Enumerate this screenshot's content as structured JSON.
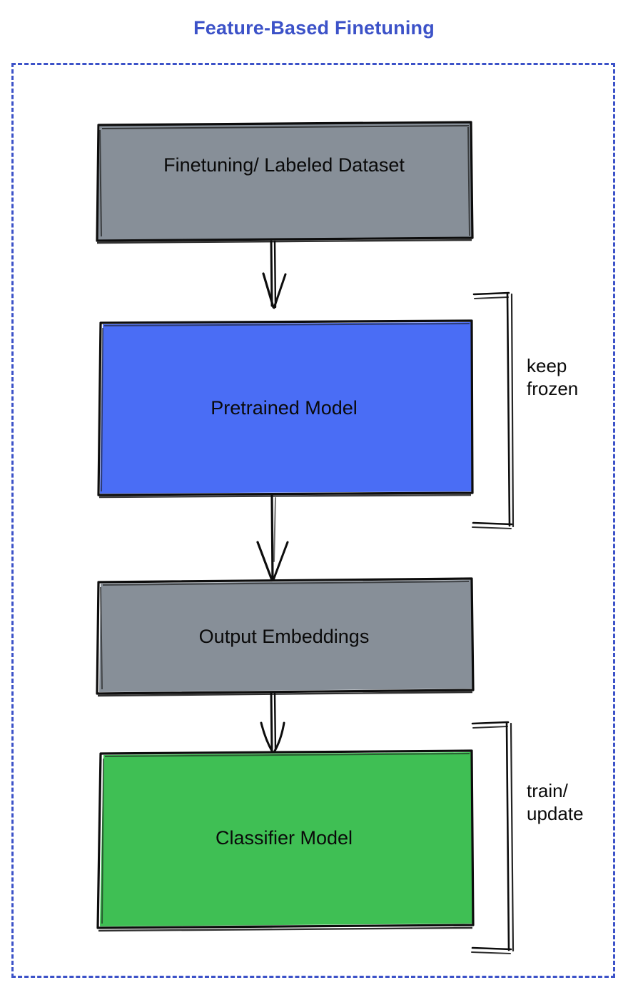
{
  "diagram": {
    "title": "Feature-Based Finetuning",
    "title_color": "#3c52c8",
    "container_border_color": "#3c52c8",
    "nodes": [
      {
        "id": "finetuning-dataset",
        "label": "Finetuning/ Labeled Dataset",
        "fill": "#878f98",
        "shape": "rectangle"
      },
      {
        "id": "pretrained-model",
        "label": "Pretrained Model",
        "fill": "#4a6df5",
        "shape": "rectangle"
      },
      {
        "id": "output-embeddings",
        "label": "Output Embeddings",
        "fill": "#878f98",
        "shape": "rectangle"
      },
      {
        "id": "classifier-model",
        "label": "Classifier Model",
        "fill": "#3fbf54",
        "shape": "rectangle"
      }
    ],
    "edges": [
      {
        "id": "edge-dataset-to-pretrained",
        "from": "finetuning-dataset",
        "to": "pretrained-model",
        "label": ""
      },
      {
        "id": "edge-pretrained-to-embeddings",
        "from": "pretrained-model",
        "to": "output-embeddings",
        "label": ""
      },
      {
        "id": "edge-embeddings-to-classifier",
        "from": "output-embeddings",
        "to": "classifier-model",
        "label": ""
      }
    ],
    "annotations": [
      {
        "id": "keep-frozen",
        "text": "keep\nfrozen",
        "target": "pretrained-model"
      },
      {
        "id": "train-update",
        "text": "train/\nupdate",
        "target": "classifier-model"
      }
    ]
  }
}
